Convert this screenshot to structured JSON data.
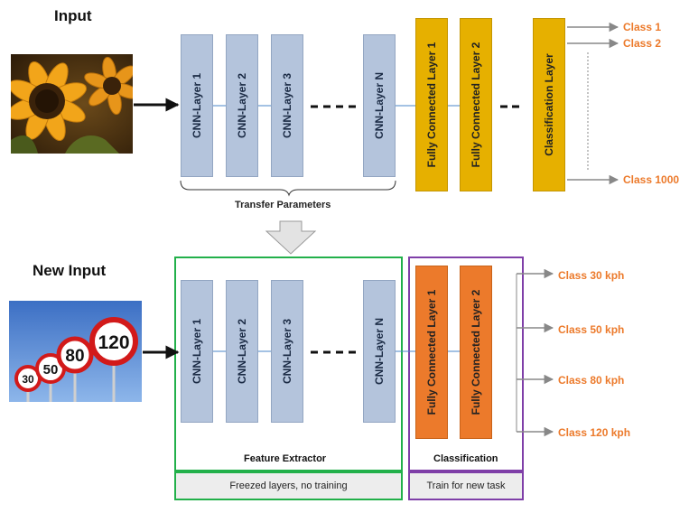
{
  "top": {
    "title": "Input",
    "cnn_layers": [
      "CNN-Layer 1",
      "CNN-Layer 2",
      "CNN-Layer 3",
      "CNN-Layer N"
    ],
    "fc_layers": [
      "Fully Connected Layer 1",
      "Fully Connected Layer 2"
    ],
    "classification_layer": "Classification Layer",
    "classes": [
      "Class 1",
      "Class 2",
      "Class 1000"
    ],
    "transfer_label": "Transfer Parameters"
  },
  "bottom": {
    "title": "New Input",
    "cnn_layers": [
      "CNN-Layer 1",
      "CNN-Layer 2",
      "CNN-Layer 3",
      "CNN-Layer N"
    ],
    "fc_layers": [
      "Fully Connected Layer 1",
      "Fully Connected Layer 2"
    ],
    "classes": [
      "Class  30 kph",
      "Class  50 kph",
      "Class  80 kph",
      "Class  120 kph"
    ],
    "feature_extractor_label": "Feature Extractor",
    "classification_label": "Classification",
    "frozen_note": "Freezed layers, no training",
    "train_note": "Train for new task",
    "speed_signs": [
      "30",
      "50",
      "80",
      "120"
    ]
  },
  "colors": {
    "cnn": "#b4c4dc",
    "fc_yellow": "#e6b000",
    "fc_orange": "#ec7a2b",
    "class_text": "#ec7a2b",
    "frame_green": "#22b04a",
    "frame_purple": "#7f3fa8"
  }
}
